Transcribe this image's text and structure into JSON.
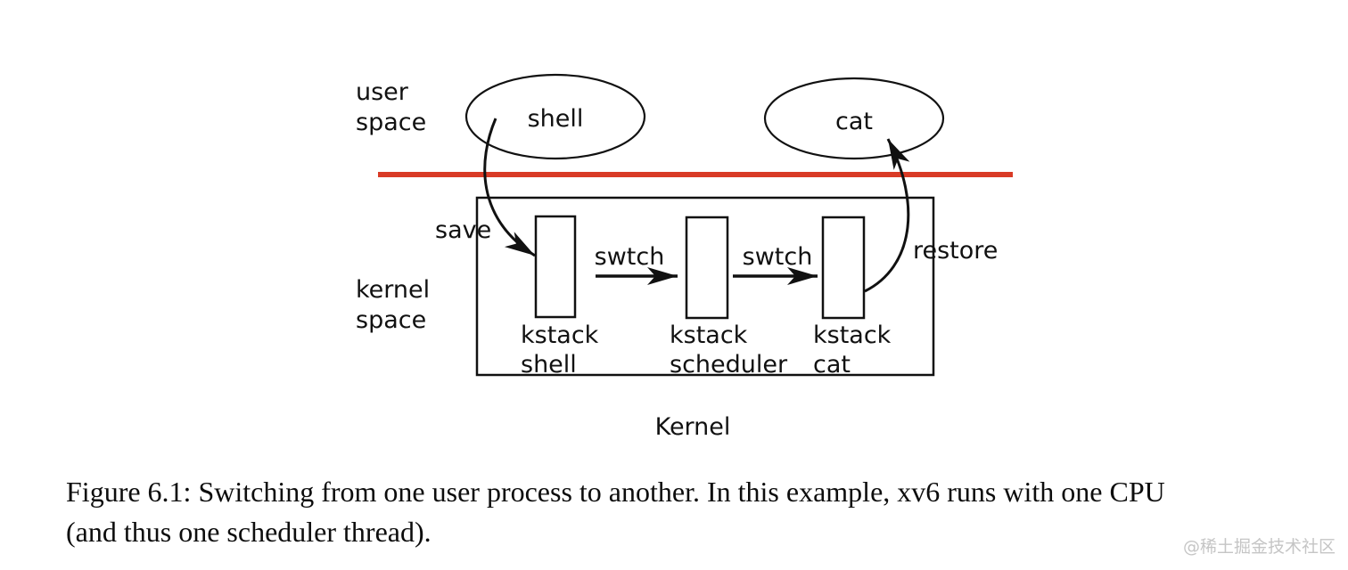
{
  "figure": {
    "user_space": {
      "line1": "user",
      "line2": "space"
    },
    "kernel_space": {
      "line1": "kernel",
      "line2": "space"
    },
    "process_shell": "shell",
    "process_cat": "cat",
    "arrow_save": "save",
    "arrow_restore": "restore",
    "arrow_swtch_1": "swtch",
    "arrow_swtch_2": "swtch",
    "kstacks": [
      {
        "line1": "kstack",
        "line2": "shell"
      },
      {
        "line1": "kstack",
        "line2": "scheduler"
      },
      {
        "line1": "kstack",
        "line2": "cat"
      }
    ],
    "kernel_box_label": "Kernel"
  },
  "caption": {
    "line1": "Figure 6.1: Switching from one user process to another. In this example, xv6 runs with one CPU",
    "line2": "(and thus one scheduler thread)."
  },
  "watermark": "@稀土掘金技术社区",
  "colors": {
    "divider-red": "#d93b26",
    "ink": "#111111",
    "watermark-gray": "#c5c5c5",
    "background": "#ffffff"
  }
}
